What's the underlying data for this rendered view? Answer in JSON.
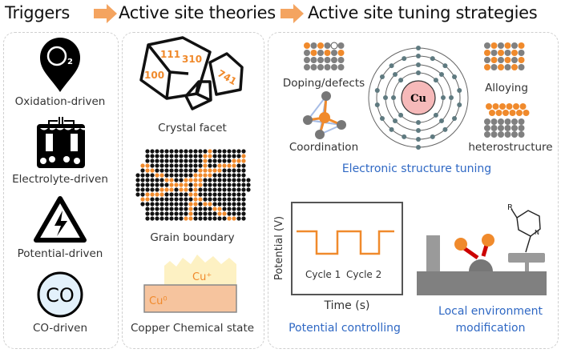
{
  "header": {
    "triggers": "Triggers",
    "theories": "Active site theories",
    "strategies": "Active site tuning strategies",
    "arrow_color": "#f4a460"
  },
  "triggers": {
    "items": [
      {
        "label": "Oxidation-driven",
        "icon": "o2-location-pin-icon",
        "icon_text": "O2"
      },
      {
        "label": "Electrolyte-driven",
        "icon": "electrolytic-cell-icon"
      },
      {
        "label": "Potential-driven",
        "icon": "high-voltage-warning-icon"
      },
      {
        "label": "CO-driven",
        "icon": "co-molecule-icon",
        "icon_text": "CO"
      }
    ]
  },
  "theories": {
    "crystal_facet": {
      "label": "Crystal facet",
      "facets": [
        "111",
        "310",
        "100",
        "741"
      ]
    },
    "grain_boundary": {
      "label": "Grain boundary"
    },
    "chemical_state": {
      "label": "Copper Chemical state",
      "top_layer": "Cu⁺",
      "bottom_layer": "Cu⁰"
    }
  },
  "strategies": {
    "electronic": {
      "title": "Electronic structure tuning",
      "doping": "Doping/defects",
      "coordination": "Coordination",
      "alloying": "Alloying",
      "heterostructure": "heterostructure",
      "nucleus": "Cu"
    },
    "potential": {
      "title": "Potential controlling",
      "ylabel": "Potential (V)",
      "xlabel": "Time (s)",
      "cycle1": "Cycle 1",
      "cycle2": "Cycle 2"
    },
    "local": {
      "title_line1": "Local environment",
      "title_line2": "modification",
      "ring_substituent": "R",
      "ring_atom": "N"
    }
  },
  "colors": {
    "orange": "#f08a2c",
    "blue": "#2f68c4",
    "gray": "#8a8a8a"
  }
}
